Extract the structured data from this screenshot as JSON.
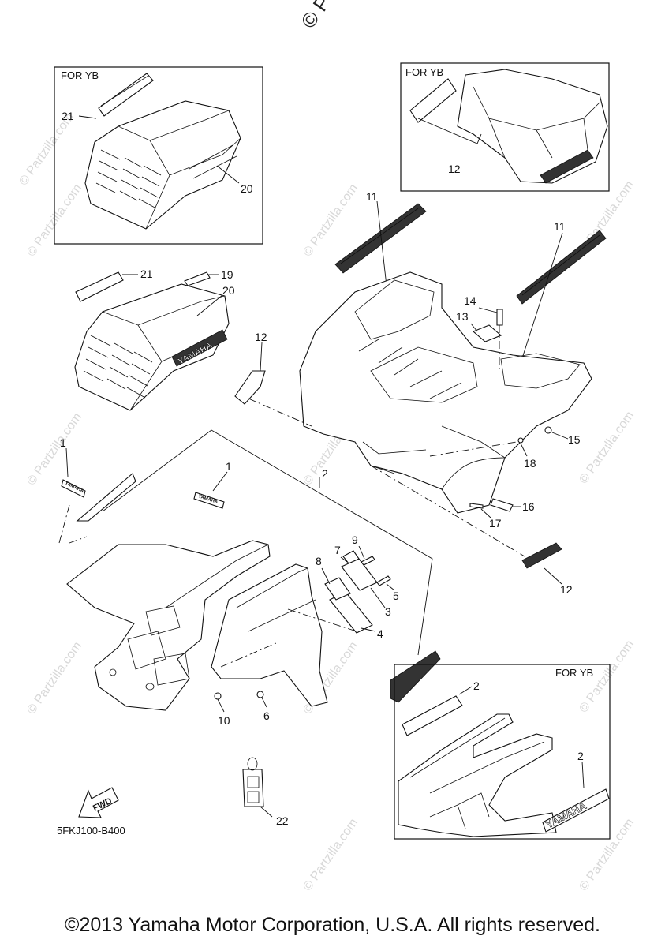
{
  "watermark_top": "© Pa",
  "watermark_text": "© Partzilla.com",
  "panels": {
    "top_left_label": "FOR YB",
    "top_right_label": "FOR YB",
    "bottom_right_label": "FOR YB"
  },
  "decals": {
    "yamaha_small": "YAMAHA",
    "yamaha_large": "YAMAHA",
    "fwd": "FWD"
  },
  "callouts": {
    "c1a": "1",
    "c1b": "1",
    "c2a": "2",
    "c2b": "2",
    "c2c": "2",
    "c3": "3",
    "c4": "4",
    "c5": "5",
    "c6": "6",
    "c7": "7",
    "c8": "8",
    "c9": "9",
    "c10": "10",
    "c11a": "11",
    "c11b": "11",
    "c12a": "12",
    "c12b": "12",
    "c12c": "12",
    "c13": "13",
    "c14": "14",
    "c15": "15",
    "c16": "16",
    "c17": "17",
    "c18": "18",
    "c19": "19",
    "c20a": "20",
    "c20b": "20",
    "c21a": "21",
    "c21b": "21",
    "c22": "22"
  },
  "diagram_code": "5FKJ100-B400",
  "copyright": "©2013 Yamaha Motor Corporation, U.S.A. All rights reserved."
}
